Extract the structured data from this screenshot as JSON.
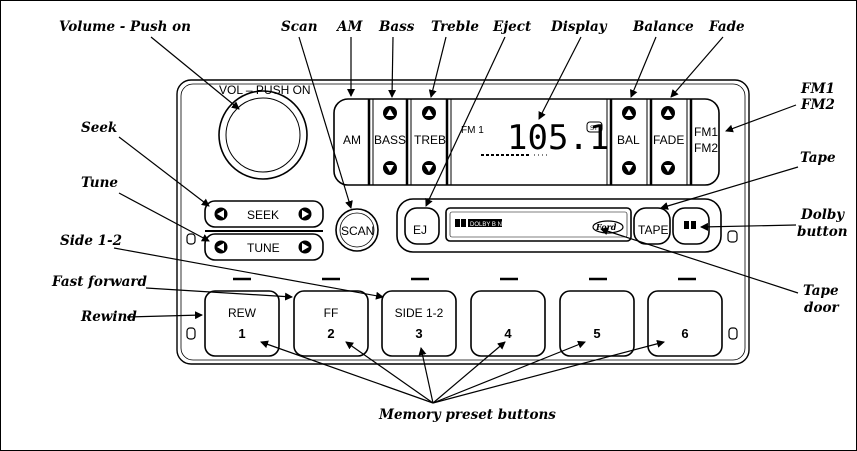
{
  "callouts": {
    "volume": "Volume - Push on",
    "scan": "Scan",
    "am": "AM",
    "bass": "Bass",
    "treble": "Treble",
    "eject": "Eject",
    "display": "Display",
    "balance": "Balance",
    "fade": "Fade",
    "fm1": "FM1",
    "fm2": "FM2",
    "seek": "Seek",
    "tune": "Tune",
    "tape": "Tape",
    "dolby1": "Dolby",
    "dolby2": "button",
    "side": "Side 1-2",
    "fastforward": "Fast forward",
    "rewind": "Rewind",
    "tapedoor1": "Tape",
    "tapedoor2": "door",
    "memory": "Memory preset buttons"
  },
  "radio": {
    "vol_label": "VOL – PUSH ON",
    "am": "AM",
    "bass": "BASS",
    "treb": "TREB",
    "bal": "BAL",
    "fade": "FADE",
    "fm1": "FM1",
    "fm2": "FM2",
    "seek": "SEEK",
    "tune": "TUNE",
    "scan": "SCAN",
    "ej": "EJ",
    "tape": "TAPE",
    "dolby_nr": "DOLBY B NR",
    "brand": "Ford",
    "lcd_band": "FM 1",
    "lcd_freq": "105.1",
    "lcd_st": "ST"
  },
  "presets": [
    {
      "top": "REW",
      "num": "1"
    },
    {
      "top": "FF",
      "num": "2"
    },
    {
      "top": "SIDE 1-2",
      "num": "3"
    },
    {
      "top": "",
      "num": "4"
    },
    {
      "top": "",
      "num": "5"
    },
    {
      "top": "",
      "num": "6"
    }
  ]
}
